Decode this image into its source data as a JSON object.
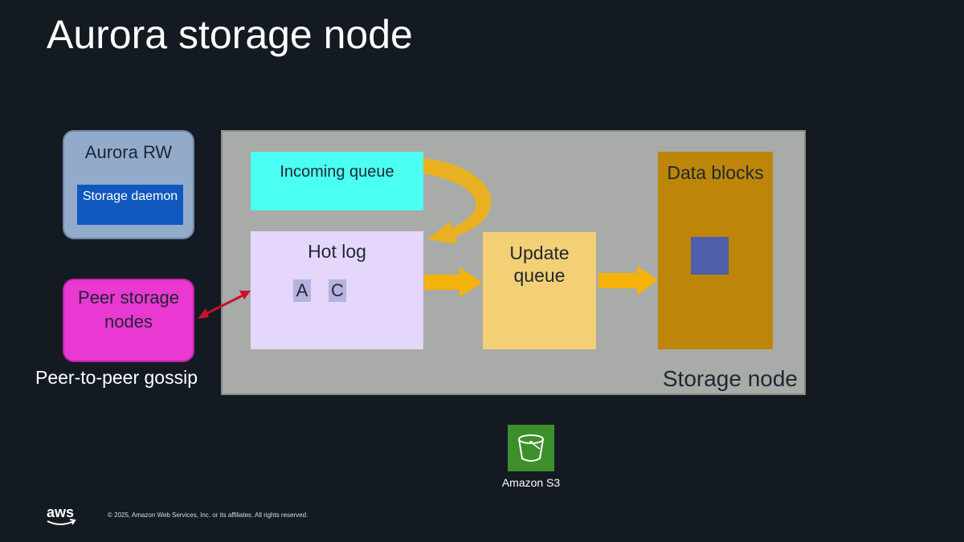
{
  "slide": {
    "title": "Aurora storage node"
  },
  "aurora_rw": {
    "label": "Aurora RW",
    "daemon_label": "Storage daemon"
  },
  "peer": {
    "label": "Peer storage nodes",
    "caption": "Peer-to-peer gossip"
  },
  "storage_node": {
    "label": "Storage node",
    "incoming_queue": "Incoming queue",
    "hot_log": {
      "label": "Hot log",
      "items": [
        "A",
        "C"
      ]
    },
    "update_queue": "Update queue",
    "data_blocks": "Data blocks"
  },
  "s3": {
    "label": "Amazon S3",
    "icon": "bucket-icon"
  },
  "footer": {
    "logo": "aws",
    "copyright": "© 2025, Amazon Web Services, Inc. or its affiliates. All rights reserved."
  },
  "colors": {
    "background": "#141a22",
    "arrow_orange": "#f5b20a",
    "gossip_arrow": "#c8102e",
    "s3_green": "#3d8f2b"
  }
}
